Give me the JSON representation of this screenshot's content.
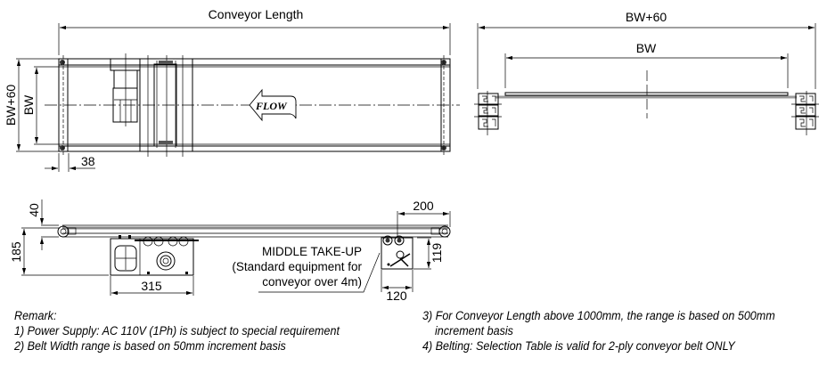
{
  "top_view": {
    "length_label": "Conveyor Length",
    "outer_width_label": "BW+60",
    "belt_width_label": "BW",
    "offset_label": "38",
    "flow_label": "FLOW"
  },
  "end_view": {
    "outer_width_label": "BW+60",
    "belt_width_label": "BW"
  },
  "side_view": {
    "belt_height_label": "40",
    "total_height_label": "185",
    "drive_length_label": "315",
    "takeup_offset_label": "200",
    "takeup_height_label": "119",
    "takeup_width_label": "120",
    "takeup_note": [
      "MIDDLE TAKE-UP",
      "(Standard equipment for",
      "conveyor over 4m)"
    ]
  },
  "remarks": {
    "title": "Remark:",
    "items": [
      "1) Power Supply: AC 110V (1Ph) is subject to special requirement",
      "2) Belt Width range is based on 50mm increment basis",
      "3) For Conveyor Length above 1000mm, the range is based on 500mm",
      "increment basis",
      "4) Belting: Selection Table is valid for 2-ply conveyor belt ONLY"
    ]
  }
}
